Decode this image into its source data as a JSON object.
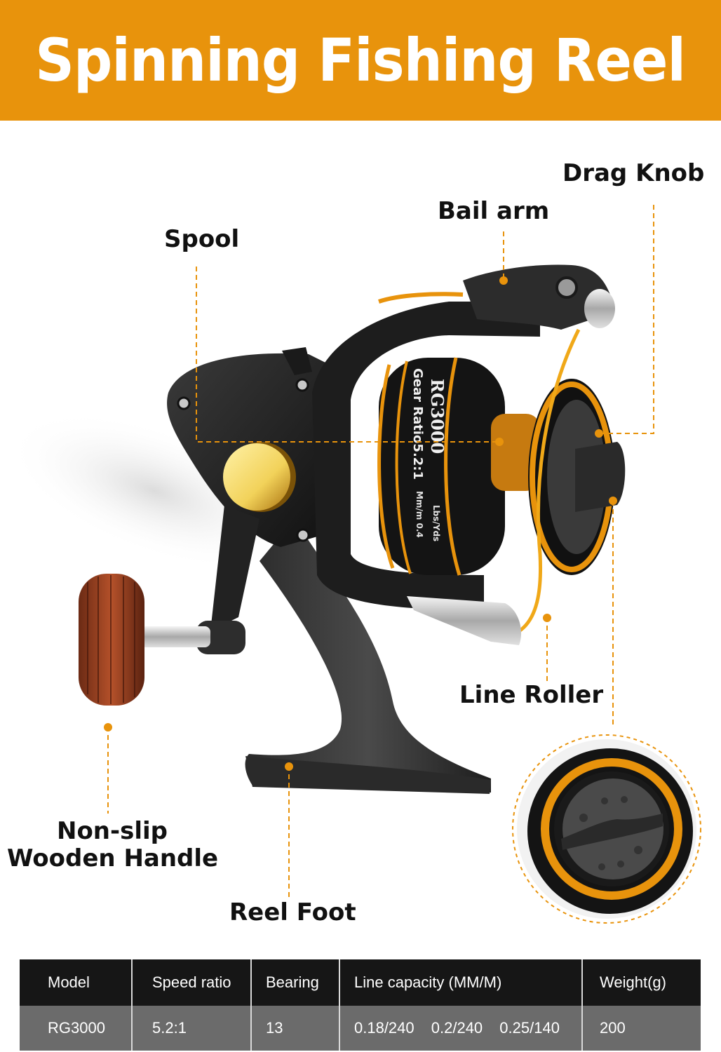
{
  "banner": {
    "title": "Spinning Fishing Reel",
    "background_color": "#e8930c",
    "text_color": "#ffffff"
  },
  "callouts": {
    "accent_color": "#e8930c",
    "drag_knob": "Drag Knob",
    "bail_arm": "Bail arm",
    "spool": "Spool",
    "line_roller": "Line Roller",
    "handle_line1": "Non-slip",
    "handle_line2": "Wooden Handle",
    "reel_foot": "Reel Foot"
  },
  "reel_markings": {
    "model": "RG3000",
    "gear_ratio": "Gear Ratio5.2:1",
    "lbs_yds": "Lbs/Yds",
    "mm_m": "Mm/m 0.4"
  },
  "spec_table": {
    "headers": {
      "model": "Model",
      "speed_ratio": "Speed ratio",
      "bearing": "Bearing",
      "line_capacity": "Line capacity (MM/M)",
      "weight": "Weight(g)"
    },
    "row": {
      "model": "RG3000",
      "speed_ratio": "5.2:1",
      "bearing": "13",
      "line_capacity": [
        "0.18/240",
        "0.2/240",
        "0.25/140"
      ],
      "weight": "200"
    },
    "header_bg": "#161616",
    "row_bg": "#6b6b6b"
  }
}
